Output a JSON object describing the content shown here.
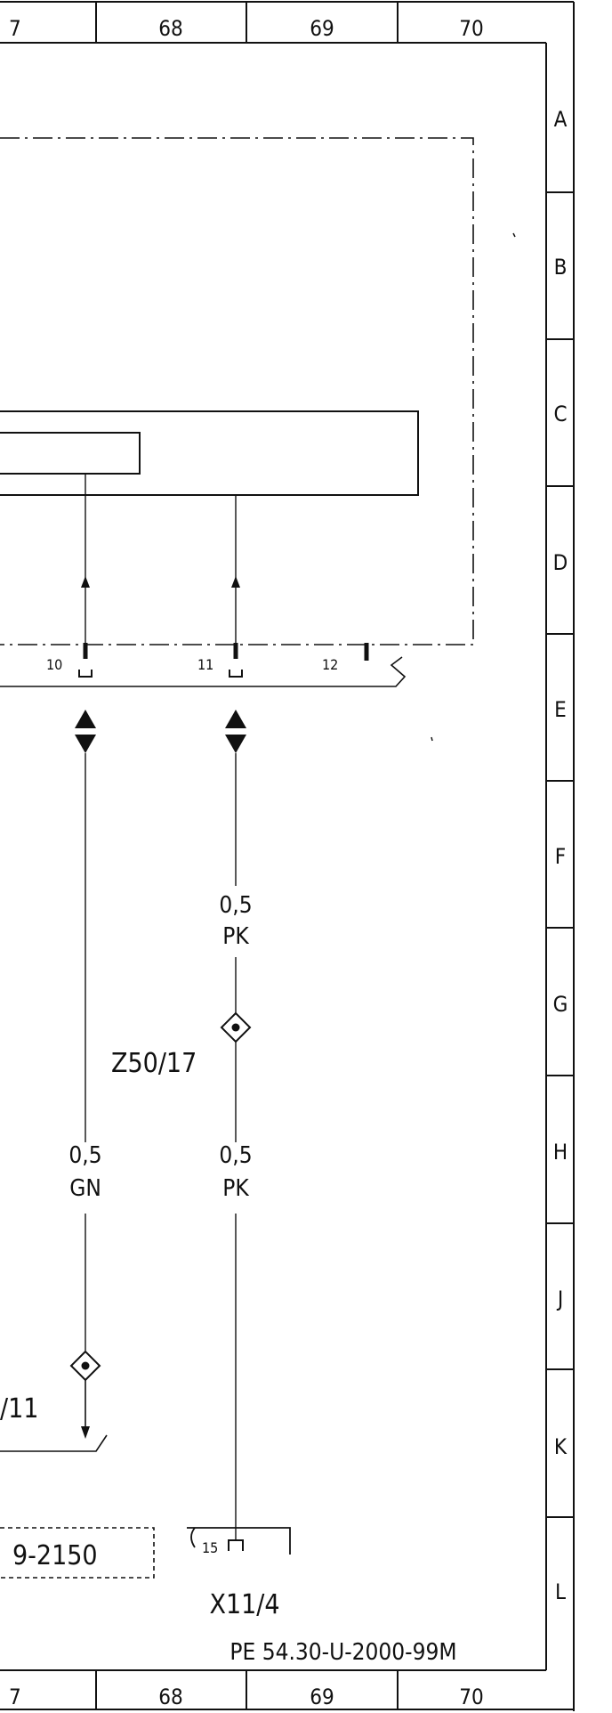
{
  "header": {
    "columns": [
      "7",
      "68",
      "69",
      "70"
    ]
  },
  "footer": {
    "columns": [
      "7",
      "68",
      "69",
      "70"
    ]
  },
  "rows": [
    "A",
    "B",
    "C",
    "D",
    "E",
    "F",
    "G",
    "H",
    "J",
    "K",
    "L"
  ],
  "pins": {
    "p10": "10",
    "p11": "11",
    "p12": "12"
  },
  "wires": {
    "w1": {
      "size": "0,5",
      "color": "PK"
    },
    "w2": {
      "size": "0,5",
      "color": "GN"
    },
    "w3": {
      "size": "0,5",
      "color": "PK"
    }
  },
  "splices": {
    "s1": "Z50/17",
    "s2": "/11"
  },
  "partial_ref": "9-2150",
  "connector": {
    "pin": "15",
    "name": "X11/4"
  },
  "document_ref": "PE 54.30-U-2000-99M"
}
